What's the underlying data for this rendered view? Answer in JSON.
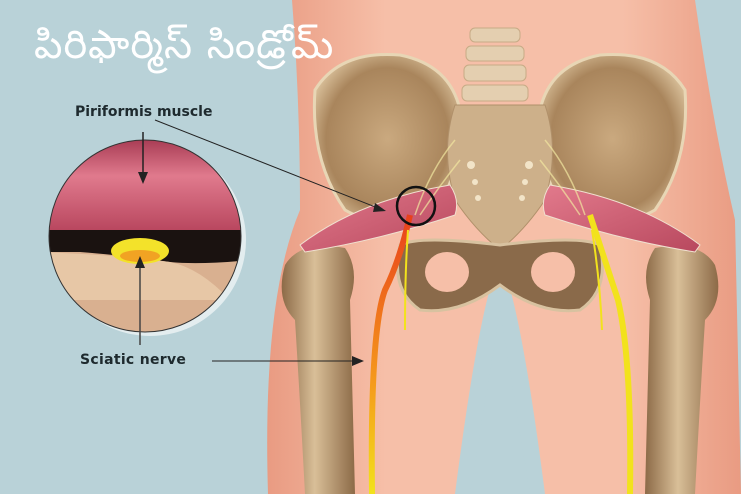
{
  "title": "పిరిఫార్మిస్ సిండ్రోమ్",
  "labels": {
    "piriformis": "Piriformis muscle",
    "sciatic": "Sciatic nerve"
  },
  "colors": {
    "background": "#b9d2d8",
    "skin": "#f4b8a0",
    "bone": "#c9a97f",
    "muscle": "#c9566d",
    "nerve_yellow": "#f2e21c",
    "nerve_orange": "#f06a1c",
    "title_text": "#ffffff",
    "label_text": "#1e2a2e"
  }
}
